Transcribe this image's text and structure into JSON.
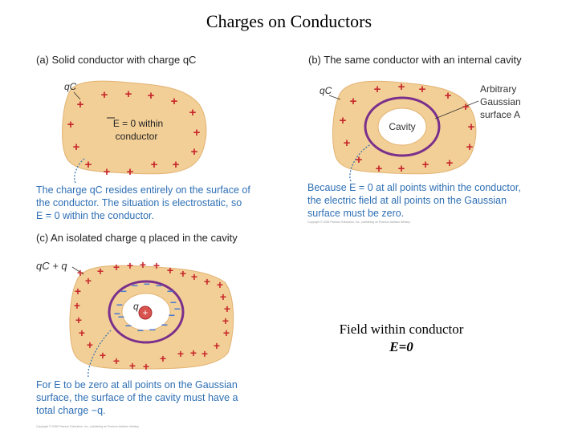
{
  "title": "Charges on Conductors",
  "panel_a": {
    "label": "(a) Solid conductor with charge qC",
    "charge_label": "qC",
    "inner_text": "E = 0 within conductor",
    "inner_text_line1": "E = 0 within",
    "inner_text_line2": "conductor",
    "caption_lines": [
      "The charge qC resides entirely on the surface of",
      "the conductor. The situation is electrostatic, so",
      "E = 0 within the conductor."
    ]
  },
  "panel_b": {
    "label": "(b) The same conductor with an internal cavity",
    "charge_label": "qC",
    "cavity_label": "Cavity",
    "gaussian_label_lines": [
      "Arbitrary",
      "Gaussian",
      "surface A"
    ],
    "caption_lines": [
      "Because E = 0 at all points within the conductor,",
      "the electric field at all points on the Gaussian",
      "surface must be zero."
    ]
  },
  "panel_c": {
    "label": "(c) An isolated charge q placed in the cavity",
    "charge_label": "qC + q",
    "inner_charge_label": "q",
    "caption_lines": [
      "For E to be zero at all points on the Gaussian",
      "surface, the surface of the cavity must have a",
      "total charge −q."
    ]
  },
  "copyright": "Copyright © 2008 Pearson Education, Inc., publishing as Pearson Addison-Wesley.",
  "field_note": {
    "line1": "Field within conductor",
    "line2": "E=0"
  },
  "colors": {
    "conductor_fill": "#f2cf96",
    "conductor_edge": "#e2b272",
    "plus": "#c7262b",
    "minus": "#4a7bd0",
    "gaussian": "#7a2f8c",
    "caption": "#2e6fb4"
  }
}
